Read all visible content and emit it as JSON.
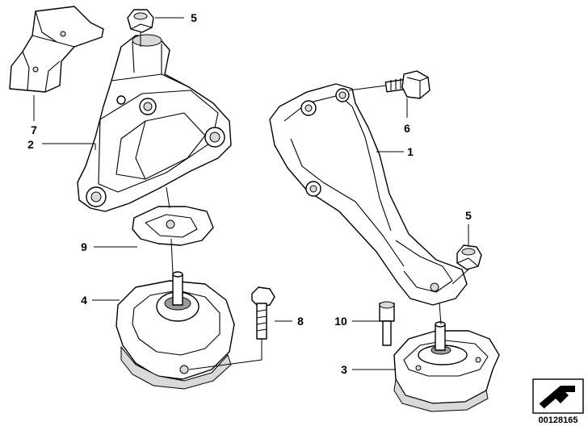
{
  "callouts": [
    {
      "id": "c1",
      "label": "1"
    },
    {
      "id": "c2",
      "label": "2"
    },
    {
      "id": "c3",
      "label": "3"
    },
    {
      "id": "c4",
      "label": "4"
    },
    {
      "id": "c5a",
      "label": "5"
    },
    {
      "id": "c5b",
      "label": "5"
    },
    {
      "id": "c6",
      "label": "6"
    },
    {
      "id": "c7",
      "label": "7"
    },
    {
      "id": "c8",
      "label": "8"
    },
    {
      "id": "c9",
      "label": "9"
    },
    {
      "id": "c10",
      "label": "10"
    }
  ],
  "reference_number": "00128165"
}
